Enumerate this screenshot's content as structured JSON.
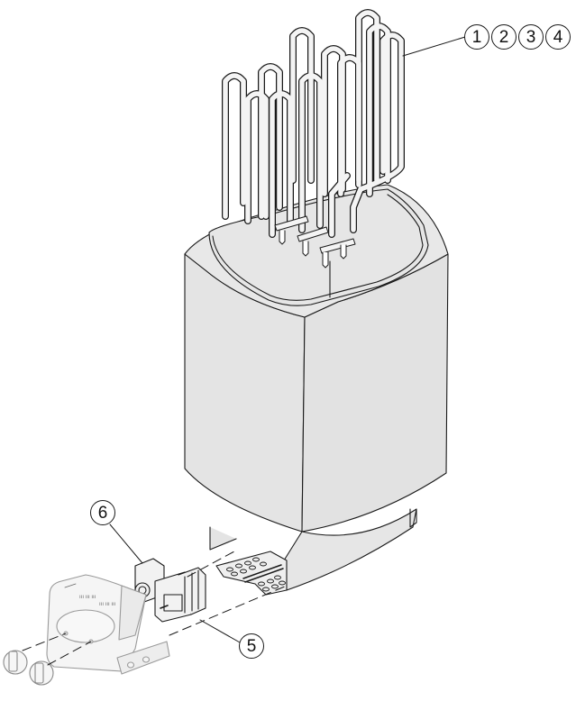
{
  "diagram": {
    "type": "exploded-view",
    "subject": "sauna heater",
    "colors": {
      "body_fill": "#e3e3e3",
      "stroke": "#1a1a1a",
      "element_fill": "#f4f4f4"
    },
    "callouts": [
      {
        "id": "1",
        "label": "1",
        "part": "heating elements"
      },
      {
        "id": "2",
        "label": "2",
        "part": "heating elements"
      },
      {
        "id": "3",
        "label": "3",
        "part": "heating elements"
      },
      {
        "id": "4",
        "label": "4",
        "part": "heating elements"
      },
      {
        "id": "5",
        "label": "5",
        "part": "contactor / switch block"
      },
      {
        "id": "6",
        "label": "6",
        "part": "timer / thermostat"
      }
    ]
  }
}
